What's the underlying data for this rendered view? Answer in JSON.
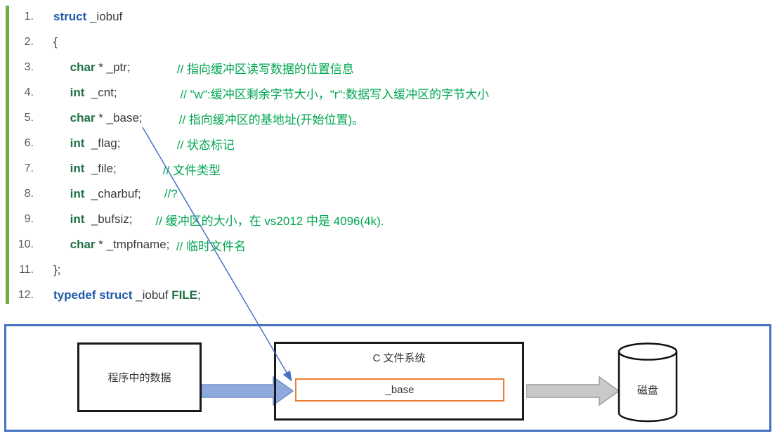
{
  "colors": {
    "keyword_blue": "#1F5AA8",
    "type_green": "#1E7145",
    "comment_green": "#00A550",
    "plain_text": "#3B3B3B",
    "line_num_gray": "#595959",
    "accent_bar_green": "#6FAC46",
    "diagram_border_blue": "#4472C4",
    "base_box_orange": "#ED7D31",
    "blue_arrow_fill": "#8EA9DC",
    "gray_arrow_fill": "#C9C9C9"
  },
  "code": {
    "lines": [
      {
        "num": "1.",
        "segments": [
          {
            "style": "kw",
            "text": "struct"
          },
          {
            "style": "plain",
            "text": " _iobuf"
          }
        ]
      },
      {
        "num": "2.",
        "segments": [
          {
            "style": "plain",
            "text": "{"
          }
        ]
      },
      {
        "num": "3.",
        "segments": [
          {
            "style": "plain",
            "text": "     "
          },
          {
            "style": "type",
            "text": "char"
          },
          {
            "style": "plain",
            "text": " * _ptr;              "
          },
          {
            "style": "comment",
            "text": "// 指向缓冲区读写数据的位置信息"
          }
        ]
      },
      {
        "num": "4.",
        "segments": [
          {
            "style": "plain",
            "text": "     "
          },
          {
            "style": "type",
            "text": "int"
          },
          {
            "style": "plain",
            "text": "  _cnt;                   "
          },
          {
            "style": "comment",
            "text": "// \"w\":缓冲区剩余字节大小，\"r\":数据写入缓冲区的字节大小"
          }
        ]
      },
      {
        "num": "5.",
        "segments": [
          {
            "style": "plain",
            "text": "     "
          },
          {
            "style": "type",
            "text": "char"
          },
          {
            "style": "plain",
            "text": " * _base;           "
          },
          {
            "style": "comment",
            "text": "// 指向缓冲区的基地址(开始位置)。"
          }
        ]
      },
      {
        "num": "6.",
        "segments": [
          {
            "style": "plain",
            "text": "     "
          },
          {
            "style": "type",
            "text": "int"
          },
          {
            "style": "plain",
            "text": "  _flag;                 "
          },
          {
            "style": "comment",
            "text": "// 状态标记"
          }
        ]
      },
      {
        "num": "7.",
        "segments": [
          {
            "style": "plain",
            "text": "     "
          },
          {
            "style": "type",
            "text": "int"
          },
          {
            "style": "plain",
            "text": "  _file;              "
          },
          {
            "style": "comment",
            "text": "// 文件类型"
          }
        ]
      },
      {
        "num": "8.",
        "segments": [
          {
            "style": "plain",
            "text": "     "
          },
          {
            "style": "type",
            "text": "int"
          },
          {
            "style": "plain",
            "text": "  _charbuf;       "
          },
          {
            "style": "comment",
            "text": "//?"
          }
        ]
      },
      {
        "num": "9.",
        "segments": [
          {
            "style": "plain",
            "text": "     "
          },
          {
            "style": "type",
            "text": "int"
          },
          {
            "style": "plain",
            "text": "  _bufsiz;       "
          },
          {
            "style": "comment",
            "text": "// 缓冲区的大小，在 vs2012 中是 4096(4k)."
          }
        ]
      },
      {
        "num": "10.",
        "segments": [
          {
            "style": "plain",
            "text": "     "
          },
          {
            "style": "type",
            "text": "char"
          },
          {
            "style": "plain",
            "text": " * _tmpfname;  "
          },
          {
            "style": "comment",
            "text": "// 临时文件名"
          }
        ]
      },
      {
        "num": "11.",
        "segments": [
          {
            "style": "plain",
            "text": "};"
          }
        ]
      },
      {
        "num": "12.",
        "segments": [
          {
            "style": "kw",
            "text": "typedef struct"
          },
          {
            "style": "plain",
            "text": " _iobuf "
          },
          {
            "style": "type",
            "text": "FILE"
          },
          {
            "style": "plain",
            "text": ";"
          }
        ]
      }
    ]
  },
  "diagram": {
    "program_box_label": "程序中的数据",
    "system_box_label": "C 文件系统",
    "base_box_label": "_base",
    "disk_label": "磁盘"
  }
}
